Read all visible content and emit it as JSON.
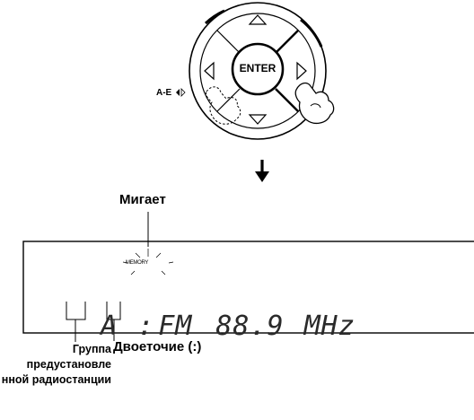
{
  "remote": {
    "enter_label": "ENTER",
    "ae_label": "A-E"
  },
  "callouts": {
    "blink": "Мигает",
    "colon": "Двоеточие (:)",
    "group": "Группа предустановле нной радиостанции"
  },
  "display": {
    "memory": "MEMORY",
    "group_letter": "A",
    "colon": ":",
    "band": "FM",
    "frequency": "88.9",
    "unit": "MHz"
  }
}
